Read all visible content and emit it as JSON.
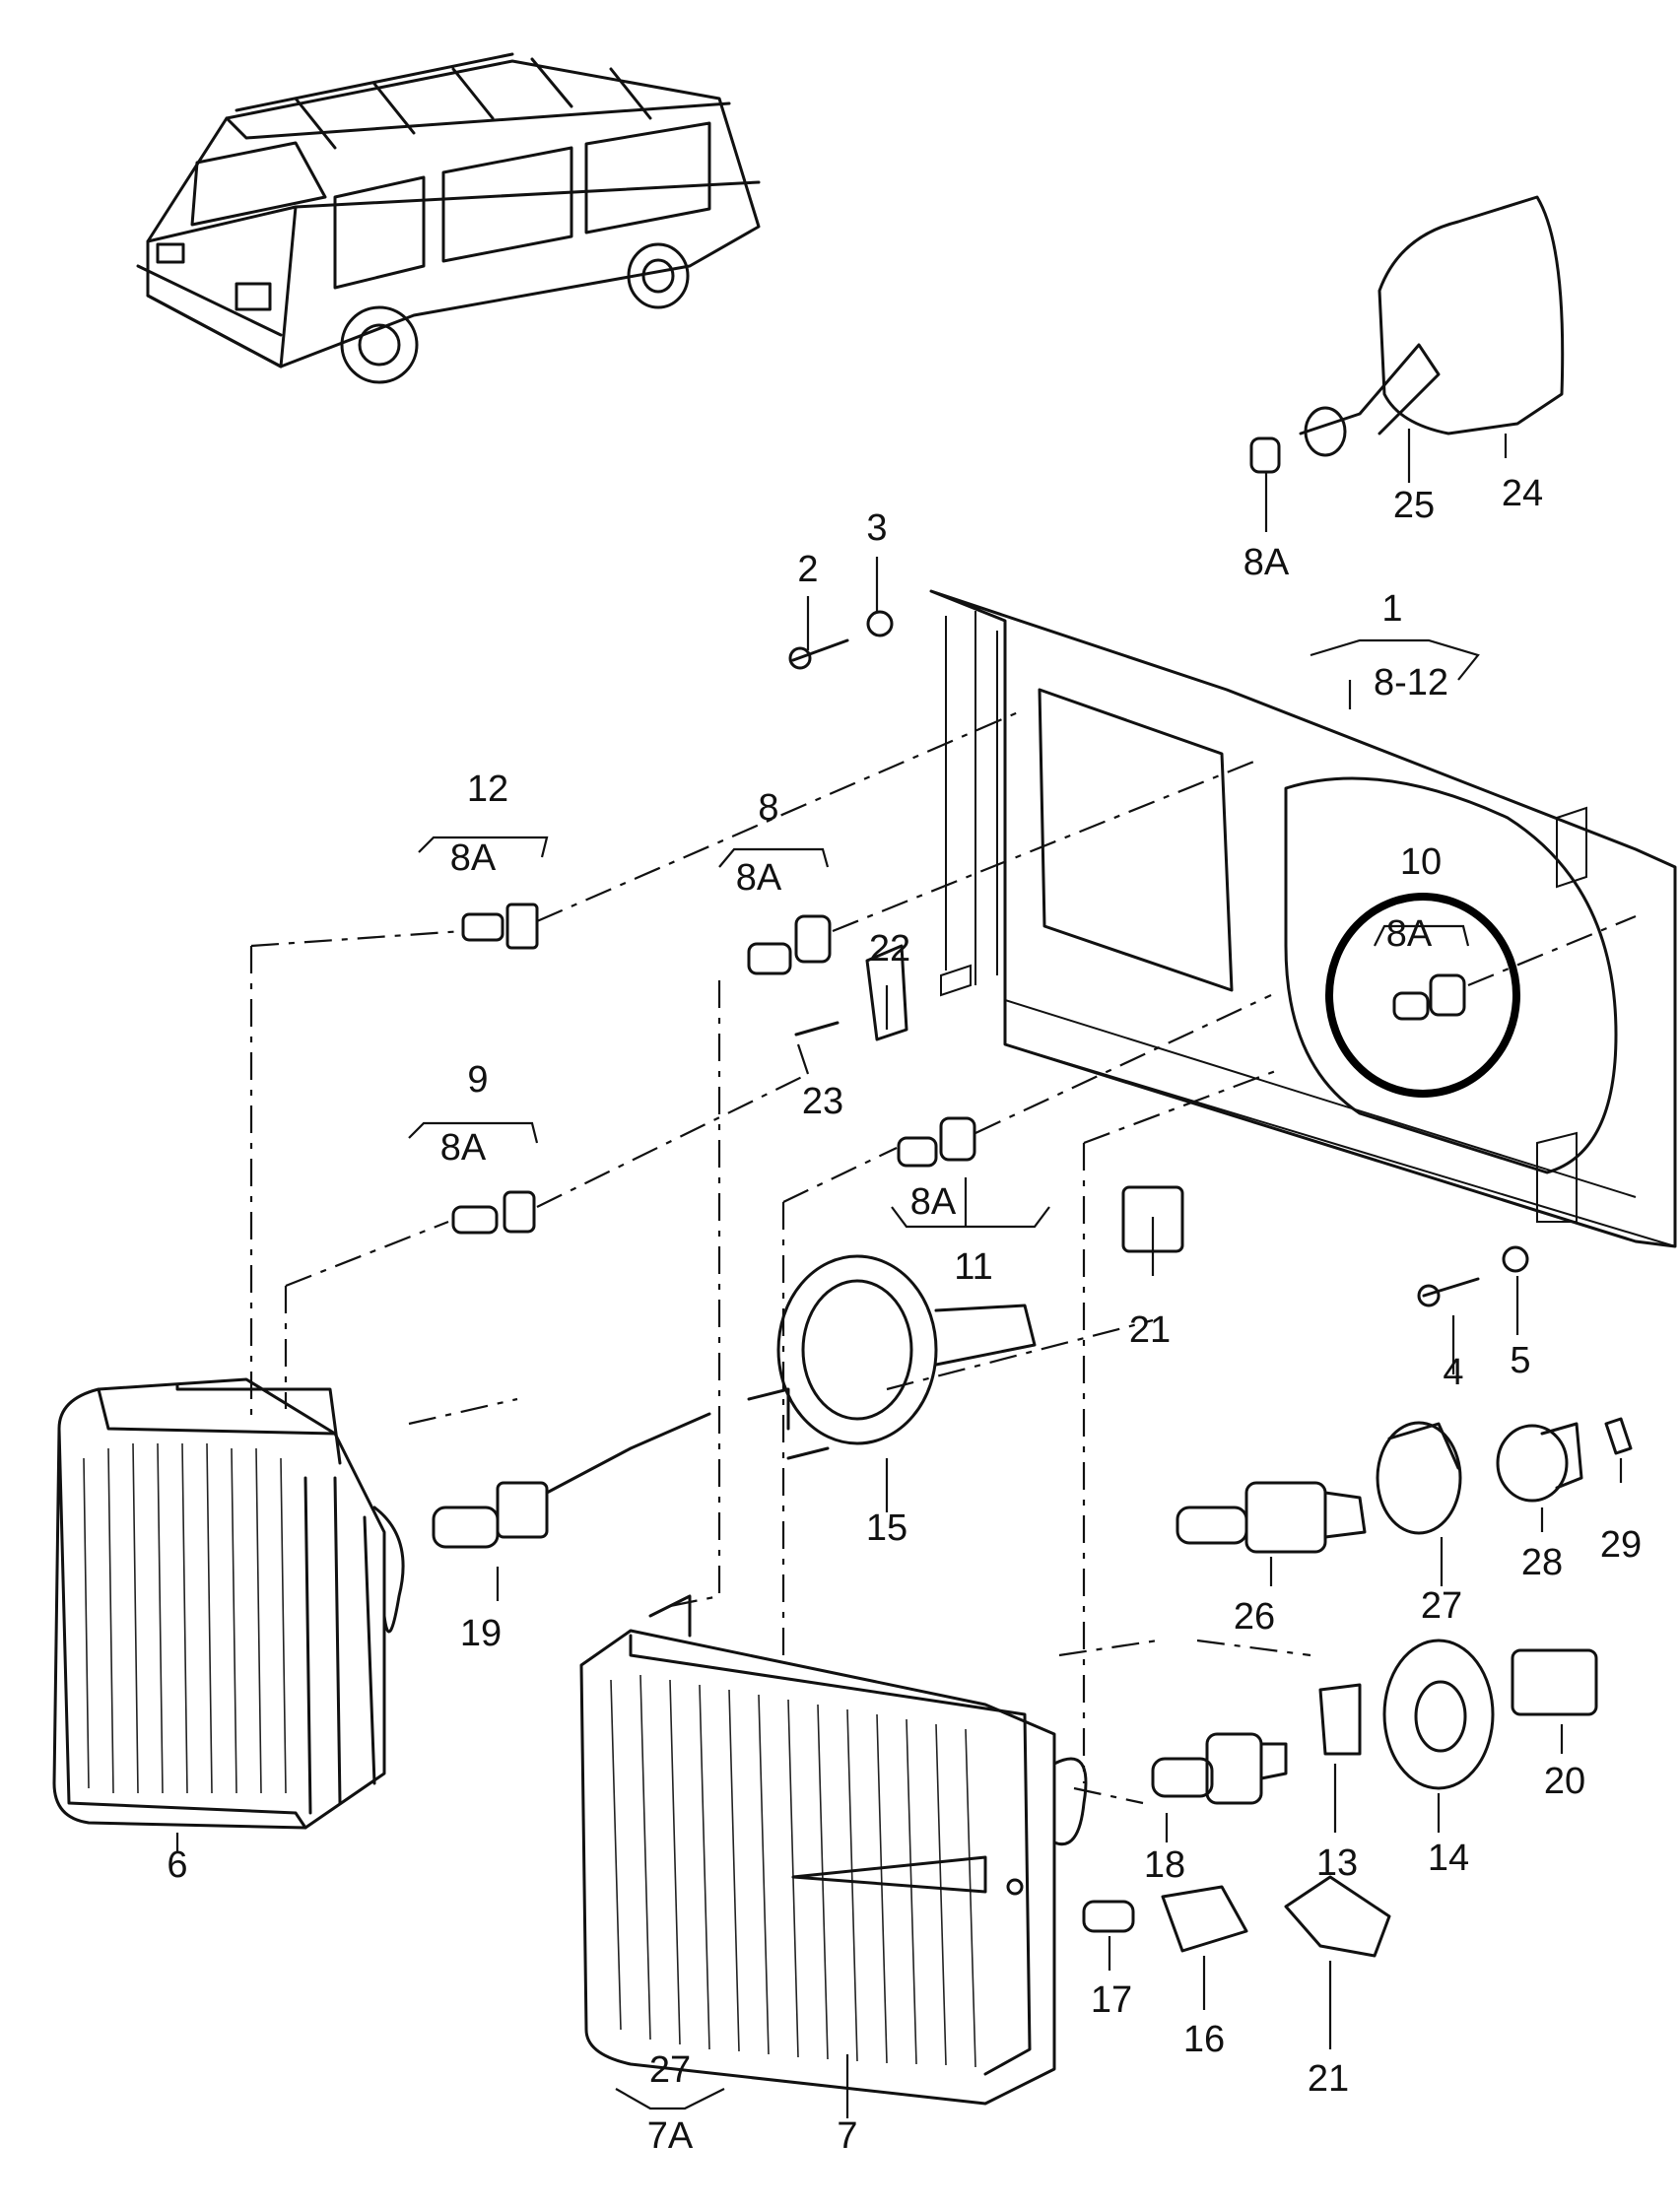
{
  "labels": {
    "l1": "1",
    "l1r": "8-12",
    "l2": "2",
    "l3": "3",
    "l4": "4",
    "l5": "5",
    "l6": "6",
    "l7": "7",
    "l7a": "7A",
    "l27b": "27",
    "l8": "8",
    "l8a_8": "8A",
    "l9": "9",
    "l8a_9": "8A",
    "l10": "10",
    "l8a_10": "8A",
    "l11": "11",
    "l8a_11": "8A",
    "l12": "12",
    "l8a_12": "8A",
    "l13": "13",
    "l14": "14",
    "l15": "15",
    "l16": "16",
    "l17": "17",
    "l18": "18",
    "l19": "19",
    "l20": "20",
    "l21a": "21",
    "l21b": "21",
    "l22": "22",
    "l23": "23",
    "l24": "24",
    "l25": "25",
    "l8a_25": "8A",
    "l26": "26",
    "l27": "27",
    "l28": "28",
    "l29": "29"
  }
}
